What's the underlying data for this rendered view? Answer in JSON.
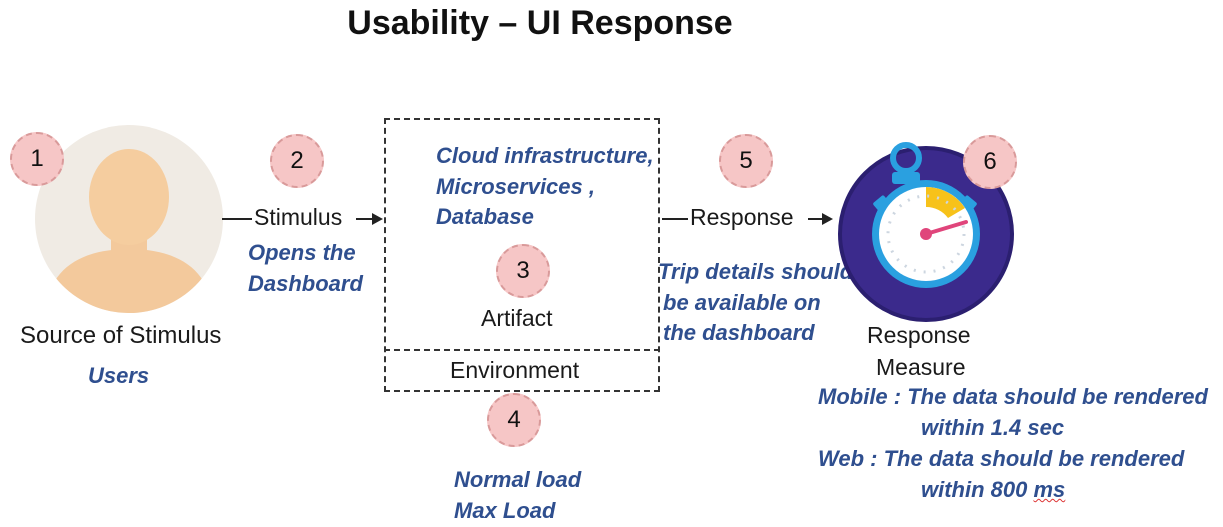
{
  "title": "Usability – UI Response",
  "badges": [
    "1",
    "2",
    "3",
    "4",
    "5",
    "6"
  ],
  "source": {
    "label": "Source of Stimulus",
    "detail": "Users"
  },
  "stimulus": {
    "label": "Stimulus",
    "detail_line1": "Opens the",
    "detail_line2": "Dashboard"
  },
  "artifact": {
    "systems_line1": "Cloud infrastructure,",
    "systems_line2": "Microservices ,",
    "systems_line3": "Database",
    "label": "Artifact"
  },
  "environment": {
    "label": "Environment",
    "detail_line1": "Normal load",
    "detail_line2": "Max Load"
  },
  "response": {
    "label": "Response",
    "detail_line1": "Trip details should",
    "detail_line2": "be available on",
    "detail_line3": "the dashboard"
  },
  "measure": {
    "label_line1": "Response",
    "label_line2": "Measure",
    "mobile_line1": "Mobile : The data should be rendered",
    "mobile_line2": "within 1.4 sec",
    "web_line1": "Web : The data should be rendered",
    "web_line2_prefix": "within 800 ",
    "web_line2_unit": "ms"
  },
  "colors": {
    "annotation": "#2f4f8f",
    "badge": "#f6c6c6",
    "stopwatch": "#3b2a8c"
  }
}
